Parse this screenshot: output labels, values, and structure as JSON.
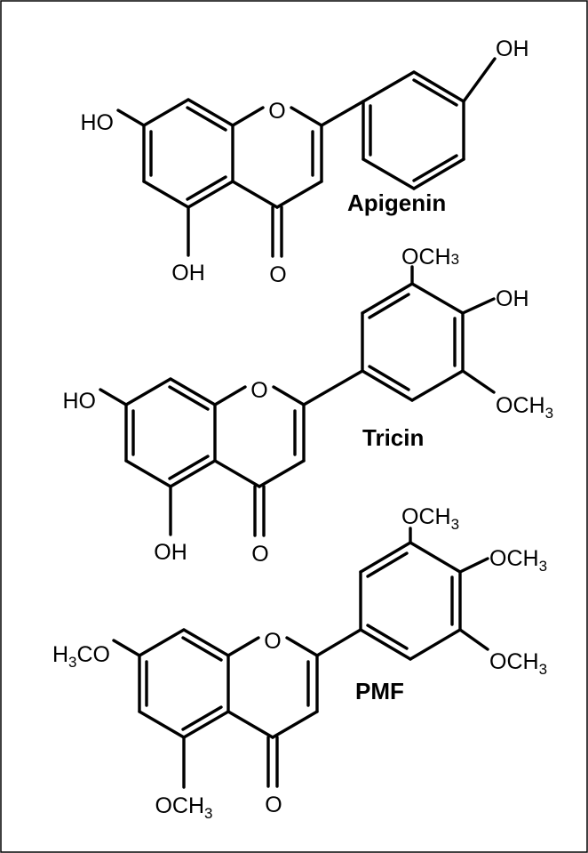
{
  "molecules": [
    {
      "name": "Apigenin",
      "groups": {
        "c7": "HO",
        "c5": "OH",
        "c4": "O",
        "o1": "O",
        "c4p": "OH"
      }
    },
    {
      "name": "Tricin",
      "groups": {
        "c7": "HO",
        "c5": "OH",
        "c4": "O",
        "o1": "O",
        "c3p": "OCH",
        "c3p_sub": "3",
        "c4p": "OH",
        "c5p": "OCH",
        "c5p_sub": "3"
      }
    },
    {
      "name": "PMF",
      "groups": {
        "c7_pre": "H",
        "c7_sub": "3",
        "c7_post": "CO",
        "c5": "OCH",
        "c5_sub": "3",
        "c4": "O",
        "o1": "O",
        "c3p": "OCH",
        "c3p_sub": "3",
        "c4p": "OCH",
        "c4p_sub": "3",
        "c5p": "OCH",
        "c5p_sub": "3"
      }
    }
  ]
}
